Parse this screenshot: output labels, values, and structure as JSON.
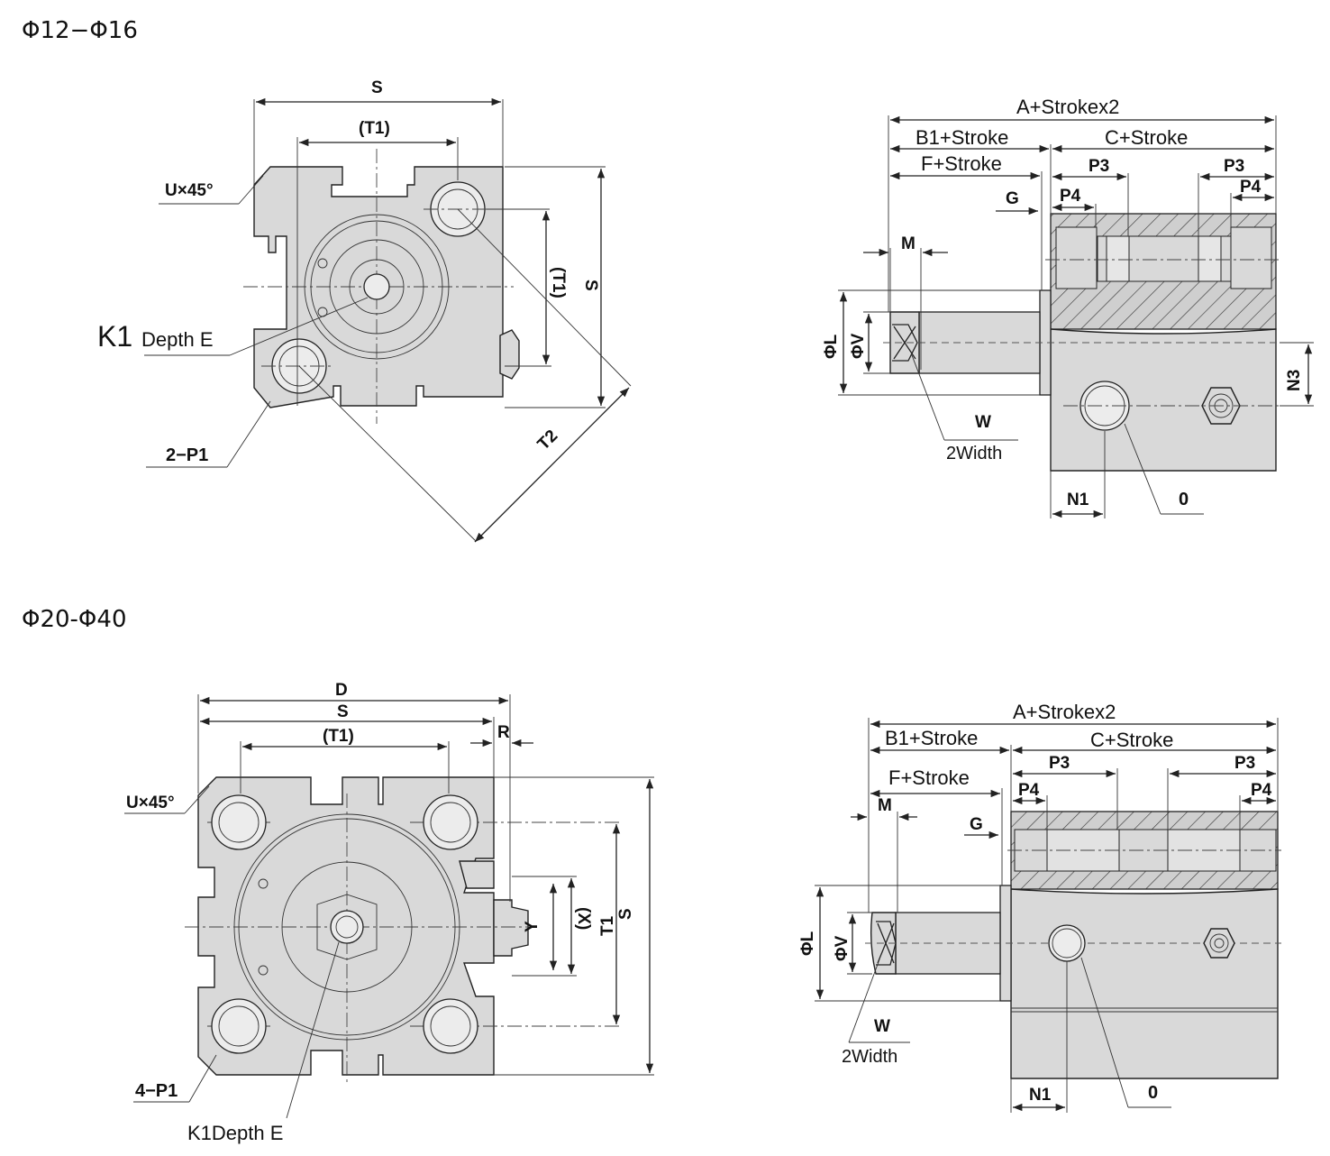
{
  "sections": {
    "top": {
      "title": "Φ12−Φ16"
    },
    "bottom": {
      "title": "Φ20-Φ40"
    }
  },
  "top_front": {
    "S_top": "S",
    "T1": "(T1)",
    "U": "U×45°",
    "T1_vertical": "(T1)",
    "S_vertical": "S",
    "K1": "K1",
    "depth": "Depth E",
    "T2": "T2",
    "P1": "2−P1"
  },
  "top_side": {
    "A": "A+Strokex2",
    "B1": "B1+Stroke",
    "C": "C+Stroke",
    "F": "F+Stroke",
    "P3_left": "P3",
    "P3_right": "P3",
    "G": "G",
    "P4_left": "P4",
    "P4_right": "P4",
    "M": "M",
    "L": "ΦL",
    "V": "ΦV",
    "N3": "N3",
    "W": "W",
    "width": "2Width",
    "N1": "N1",
    "O": "0"
  },
  "bottom_front": {
    "D": "D",
    "S_top": "S",
    "T1": "(T1)",
    "R": "R",
    "U": "U×45°",
    "Y": "Y",
    "X": "(X)",
    "T1_vertical": "T1",
    "S_vertical": "S",
    "P1": "4−P1",
    "K1depth": "K1Depth E"
  },
  "bottom_side": {
    "A": "A+Strokex2",
    "B1": "B1+Stroke",
    "C": "C+Stroke",
    "F": "F+Stroke",
    "P3_left": "P3",
    "P3_right": "P3",
    "P4_left": "P4",
    "P4_right": "P4",
    "M": "M",
    "G": "G",
    "L": "ΦL",
    "V": "ΦV",
    "W": "W",
    "width": "2Width",
    "N1": "N1",
    "O": "0"
  }
}
